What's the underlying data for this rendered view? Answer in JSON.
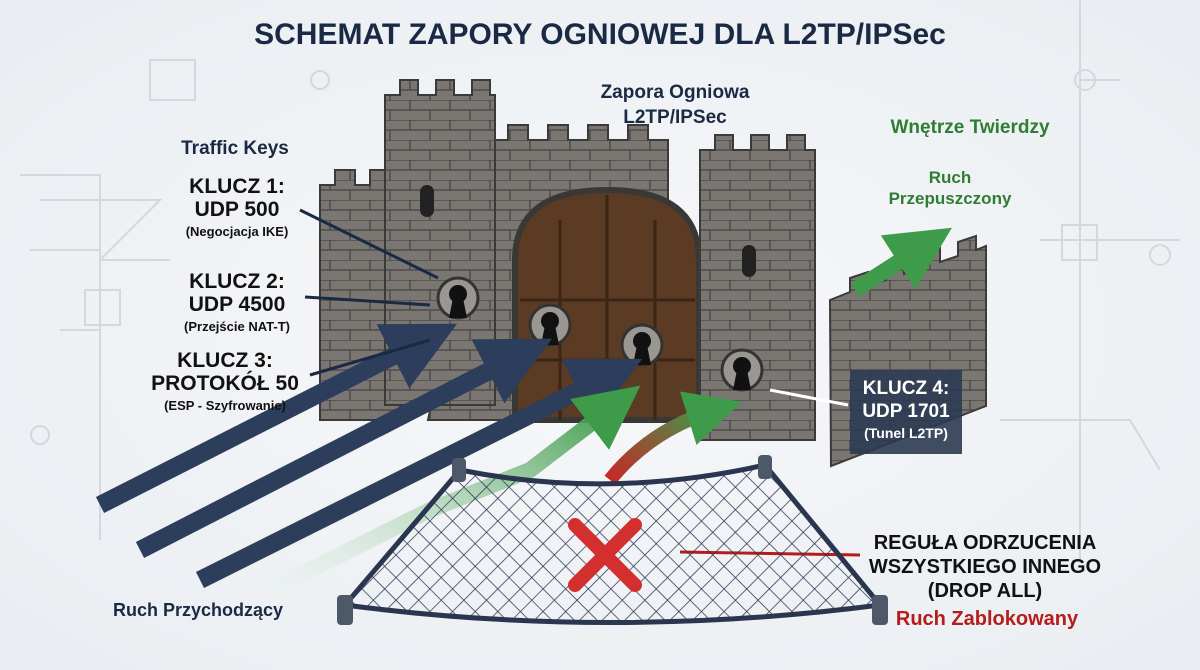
{
  "title": "SCHEMAT ZAPORY OGNIOWEJ DLA L2TP/IPSec",
  "firewall_label": [
    "Zapora Ogniowa",
    "L2TP/IPSec"
  ],
  "inside_label": "Wnętrze Twierdzy",
  "allowed_label": [
    "Ruch",
    "Przepuszczony"
  ],
  "keys_heading": "Traffic Keys",
  "keys": [
    {
      "name": "KLUCZ 1:",
      "port": "UDP 500",
      "desc": "(Negocjacja IKE)"
    },
    {
      "name": "KLUCZ 2:",
      "port": "UDP 4500",
      "desc": "(Przejście NAT-T)"
    },
    {
      "name": "KLUCZ 3:",
      "port": "PROTOKÓŁ 50",
      "desc": "(ESP - Szyfrowanie)"
    },
    {
      "name": "KLUCZ 4:",
      "port": "UDP 1701",
      "desc": "(Tunel L2TP)"
    }
  ],
  "drop_rule": [
    "REGUŁA ODRZUCENIA",
    "WSZYSTKIEGO INNEGO",
    "(DROP ALL)"
  ],
  "blocked_label": "Ruch Zablokowany",
  "incoming_label": "Ruch Przychodzący",
  "colors": {
    "navy": "#1b2a44",
    "green": "#2e7d32",
    "red": "#b71c1c",
    "stone": "#6d6a66"
  }
}
